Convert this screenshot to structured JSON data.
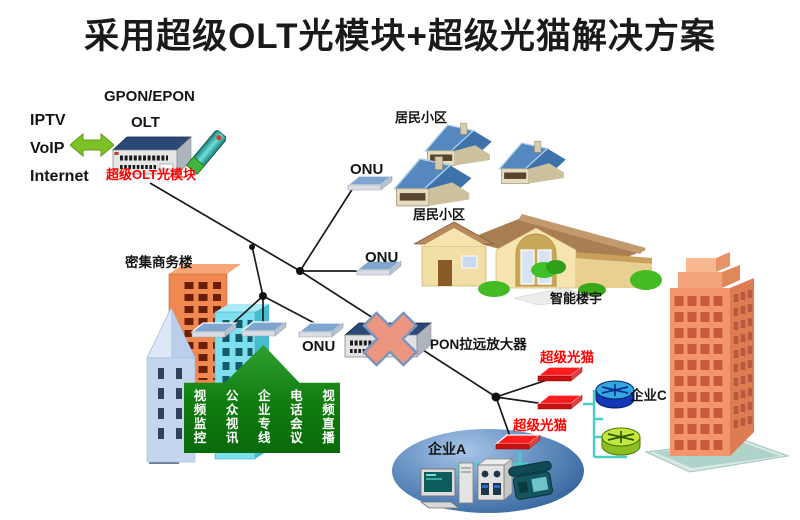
{
  "title": "采用超级OLT光模块+超级光猫解决方案",
  "olt": {
    "services": [
      "IPTV",
      "VoIP",
      "Internet"
    ],
    "network_type": "GPON/EPON",
    "device": "OLT",
    "module": "超级OLT光模块"
  },
  "nodes": {
    "residential_top": {
      "label": "居民小区",
      "onu": "ONU"
    },
    "residential_villa": {
      "label": "居民小区",
      "onu": "ONU"
    },
    "smart_building": {
      "label": "智能楼宇"
    },
    "business": {
      "label": "密集商务楼",
      "onu": "ONU"
    },
    "amplifier": {
      "label": "PON拉远放大器"
    },
    "modem_upper": {
      "label": "超级光猫"
    },
    "modem_lower": {
      "label": "超级光猫"
    },
    "enterprise_a": {
      "label": "企业A"
    },
    "enterprise_c": {
      "label": "企业C"
    }
  },
  "services_arrow": [
    "视频监控",
    "公众视讯",
    "企业专线",
    "电话会议",
    "视频直播"
  ],
  "colors": {
    "highlight_red": "#FF0000",
    "arrow_green": "#0E7C0E",
    "fiber_line": "#1B1B1B",
    "lan_teal": "#49CEC6",
    "onu_blue": "#7FA6CE",
    "modem_red": "#FF1E1E"
  }
}
